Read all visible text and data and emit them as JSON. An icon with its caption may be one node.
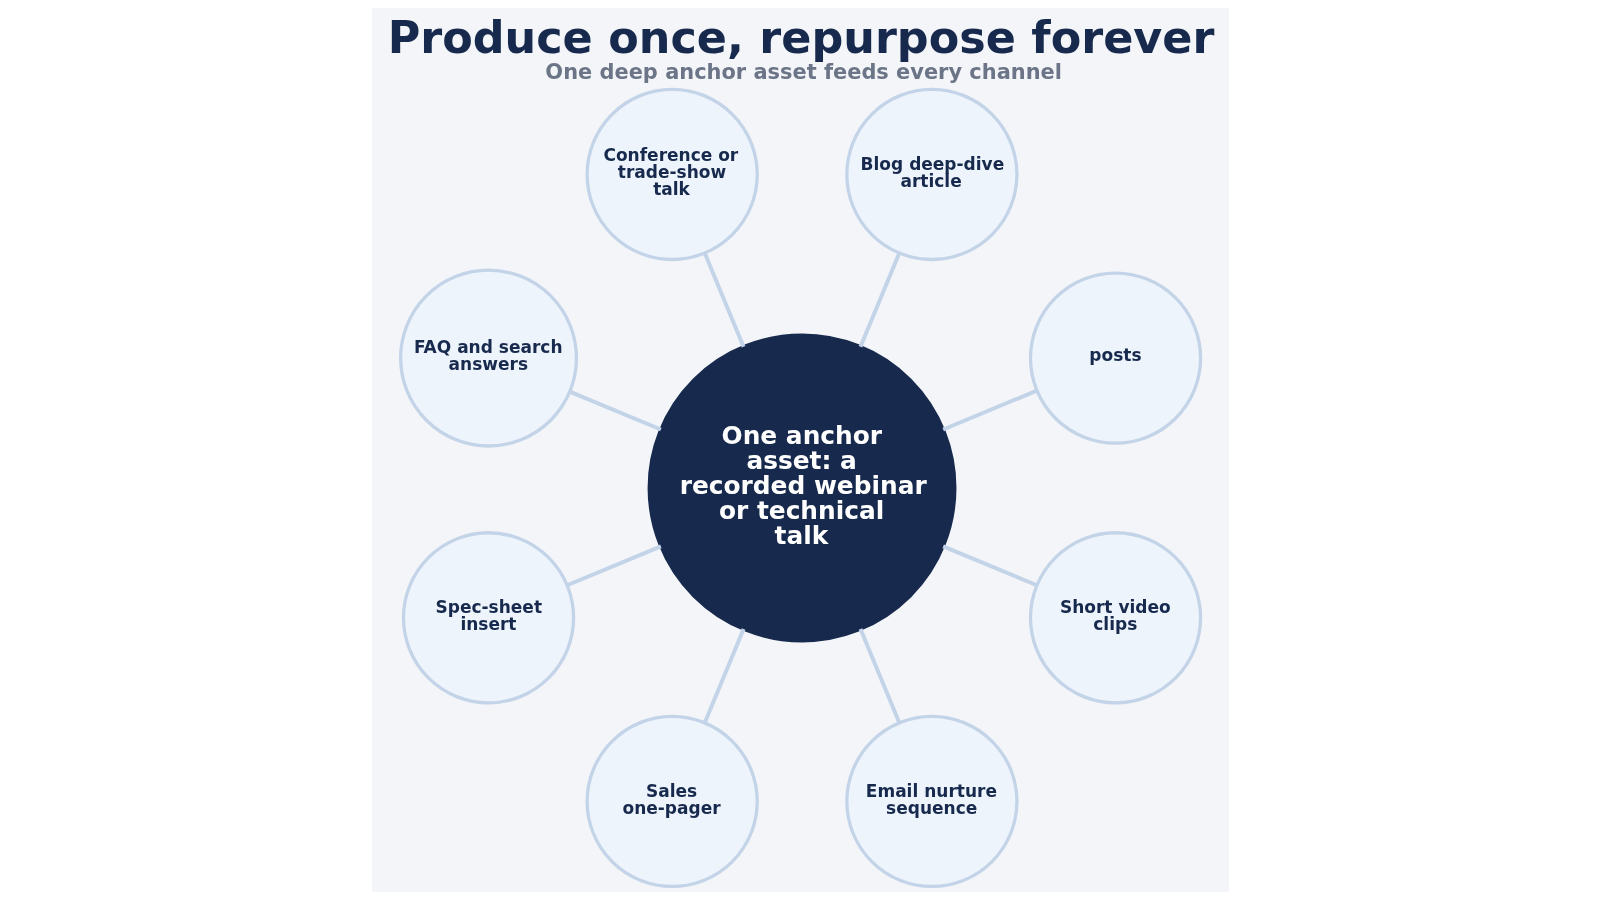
{
  "diagram": {
    "title": "Produce once, repurpose forever",
    "caption": "One deep anchor asset feeds every channel",
    "nodes": [
      {
        "text": [
          "One anchor asset: a recorded webinar or technical talk"
        ]
      },
      {
        "text": [
          "Blog deep-dive article"
        ]
      },
      {
        "text": [
          "posts"
        ]
      },
      {
        "text": [
          "Short video clips"
        ]
      },
      {
        "text": [
          "Email nurture sequence"
        ]
      },
      {
        "text": [
          "Sales one-pager"
        ]
      },
      {
        "text": [
          "Spec-sheet insert"
        ]
      },
      {
        "text": [
          "FAQ and search answers"
        ]
      },
      {
        "text": [
          "Conference or trade-show talk"
        ]
      }
    ],
    "edges": [
      {
        "from": 0,
        "to": 1,
        "arrow": "none"
      },
      {
        "from": 0,
        "to": 2,
        "arrow": "none"
      },
      {
        "from": 0,
        "to": 3,
        "arrow": "none"
      },
      {
        "from": 0,
        "to": 4,
        "arrow": "none"
      },
      {
        "from": 0,
        "to": 5,
        "arrow": "none"
      },
      {
        "from": 0,
        "to": 6,
        "arrow": "none"
      },
      {
        "from": 0,
        "to": 7,
        "arrow": "none"
      },
      {
        "from": 0,
        "to": 8,
        "arrow": "none"
      }
    ]
  }
}
